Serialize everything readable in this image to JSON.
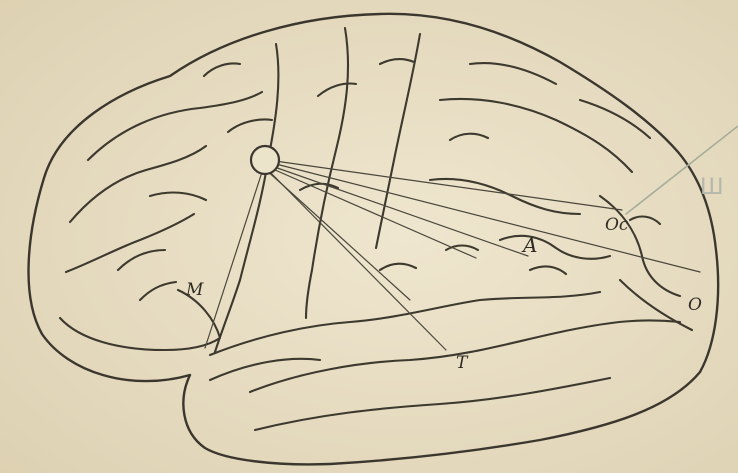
{
  "figure": {
    "labels": {
      "M": "M",
      "T": "T",
      "A": "A",
      "Oc": "Oc",
      "O": "O"
    },
    "pencil_mark": "Ш"
  }
}
